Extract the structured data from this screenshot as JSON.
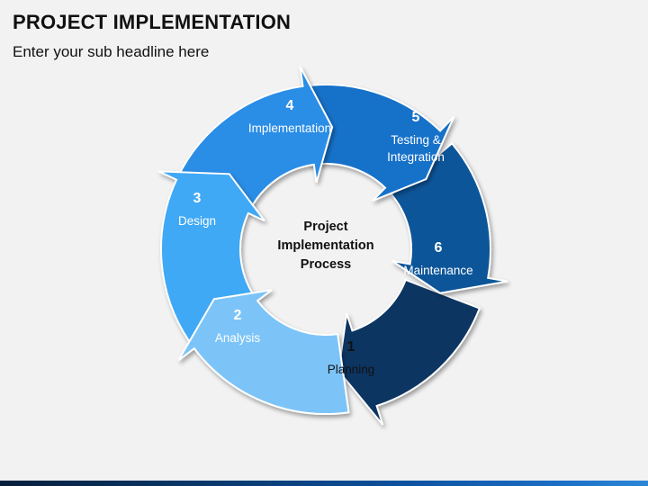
{
  "header": {
    "title": "PROJECT IMPLEMENTATION",
    "subtitle": "Enter your sub headline here"
  },
  "center": {
    "lines": [
      "Project",
      "Implementation",
      "Process"
    ]
  },
  "steps": [
    {
      "number": "1",
      "label": [
        "Planning"
      ],
      "color": "#7cc4f8"
    },
    {
      "number": "2",
      "label": [
        "Analysis"
      ],
      "color": "#3fa9f5"
    },
    {
      "number": "3",
      "label": [
        "Design"
      ],
      "color": "#2a8de6"
    },
    {
      "number": "4",
      "label": [
        "Implementation"
      ],
      "color": "#1471c9"
    },
    {
      "number": "5",
      "label": [
        "Testing &",
        "Integration"
      ],
      "color": "#0c5499"
    },
    {
      "number": "6",
      "label": [
        "Maintenance"
      ],
      "color": "#0b3562"
    }
  ]
}
